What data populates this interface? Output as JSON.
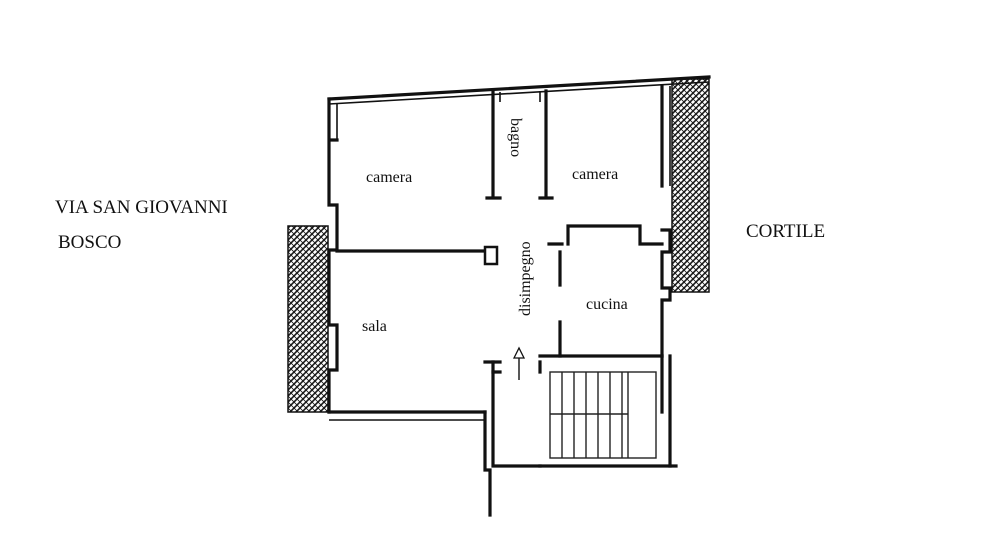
{
  "street": {
    "line1": "VIA SAN GIOVANNI",
    "line2": "BOSCO"
  },
  "courtyard": {
    "label": "CORTILE"
  },
  "rooms": {
    "camera_left": "camera",
    "bagno": "bagno",
    "camera_right": "camera",
    "disimpegno": "disimpegno",
    "cucina": "cucina",
    "sala": "sala"
  },
  "colors": {
    "wall": "#111111",
    "balcony_hatch": "#2a2a2a",
    "background": "#ffffff"
  }
}
